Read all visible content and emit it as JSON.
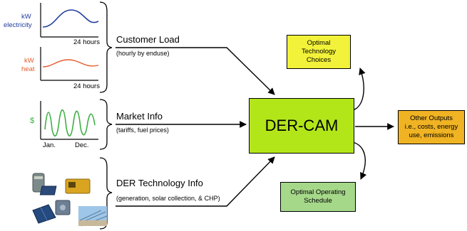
{
  "title": "DER-CAM",
  "inputs": [
    {
      "title": "Customer Load",
      "subtitle": "(hourly by enduse)"
    },
    {
      "title": "Market Info",
      "subtitle": "(tariffs, fuel prices)"
    },
    {
      "title": "DER Technology Info",
      "subtitle": "(generation, solar collection, & CHP)"
    }
  ],
  "graphs": {
    "electricity": {
      "y_label_1": "kW",
      "y_label_2": "electricity",
      "x_label": "24 hours",
      "color": "#1f3c9e"
    },
    "heat": {
      "y_label_1": "kW",
      "y_label_2": "heat",
      "x_label": "24 hours",
      "color": "#e85a2a"
    },
    "market": {
      "y_label": "$",
      "x_label_start": "Jan.",
      "x_label_end": "Dec.",
      "color": "#3cb043"
    }
  },
  "outputs": [
    {
      "text": "Optimal Technology Choices",
      "lines": [
        "Optimal",
        "Technology",
        "Choices"
      ],
      "color": "#f2f23a"
    },
    {
      "text": "Other Outputs i.e., costs, energy use, emissions",
      "lines": [
        "Other Outputs",
        "i.e., costs, energy",
        "use, emissions"
      ],
      "color": "#f0b323"
    },
    {
      "text": "Optimal Operating Schedule",
      "lines": [
        "Optimal Operating",
        "Schedule"
      ],
      "color": "#a6d88a"
    }
  ],
  "colors": {
    "center_box": "#b3e619"
  }
}
